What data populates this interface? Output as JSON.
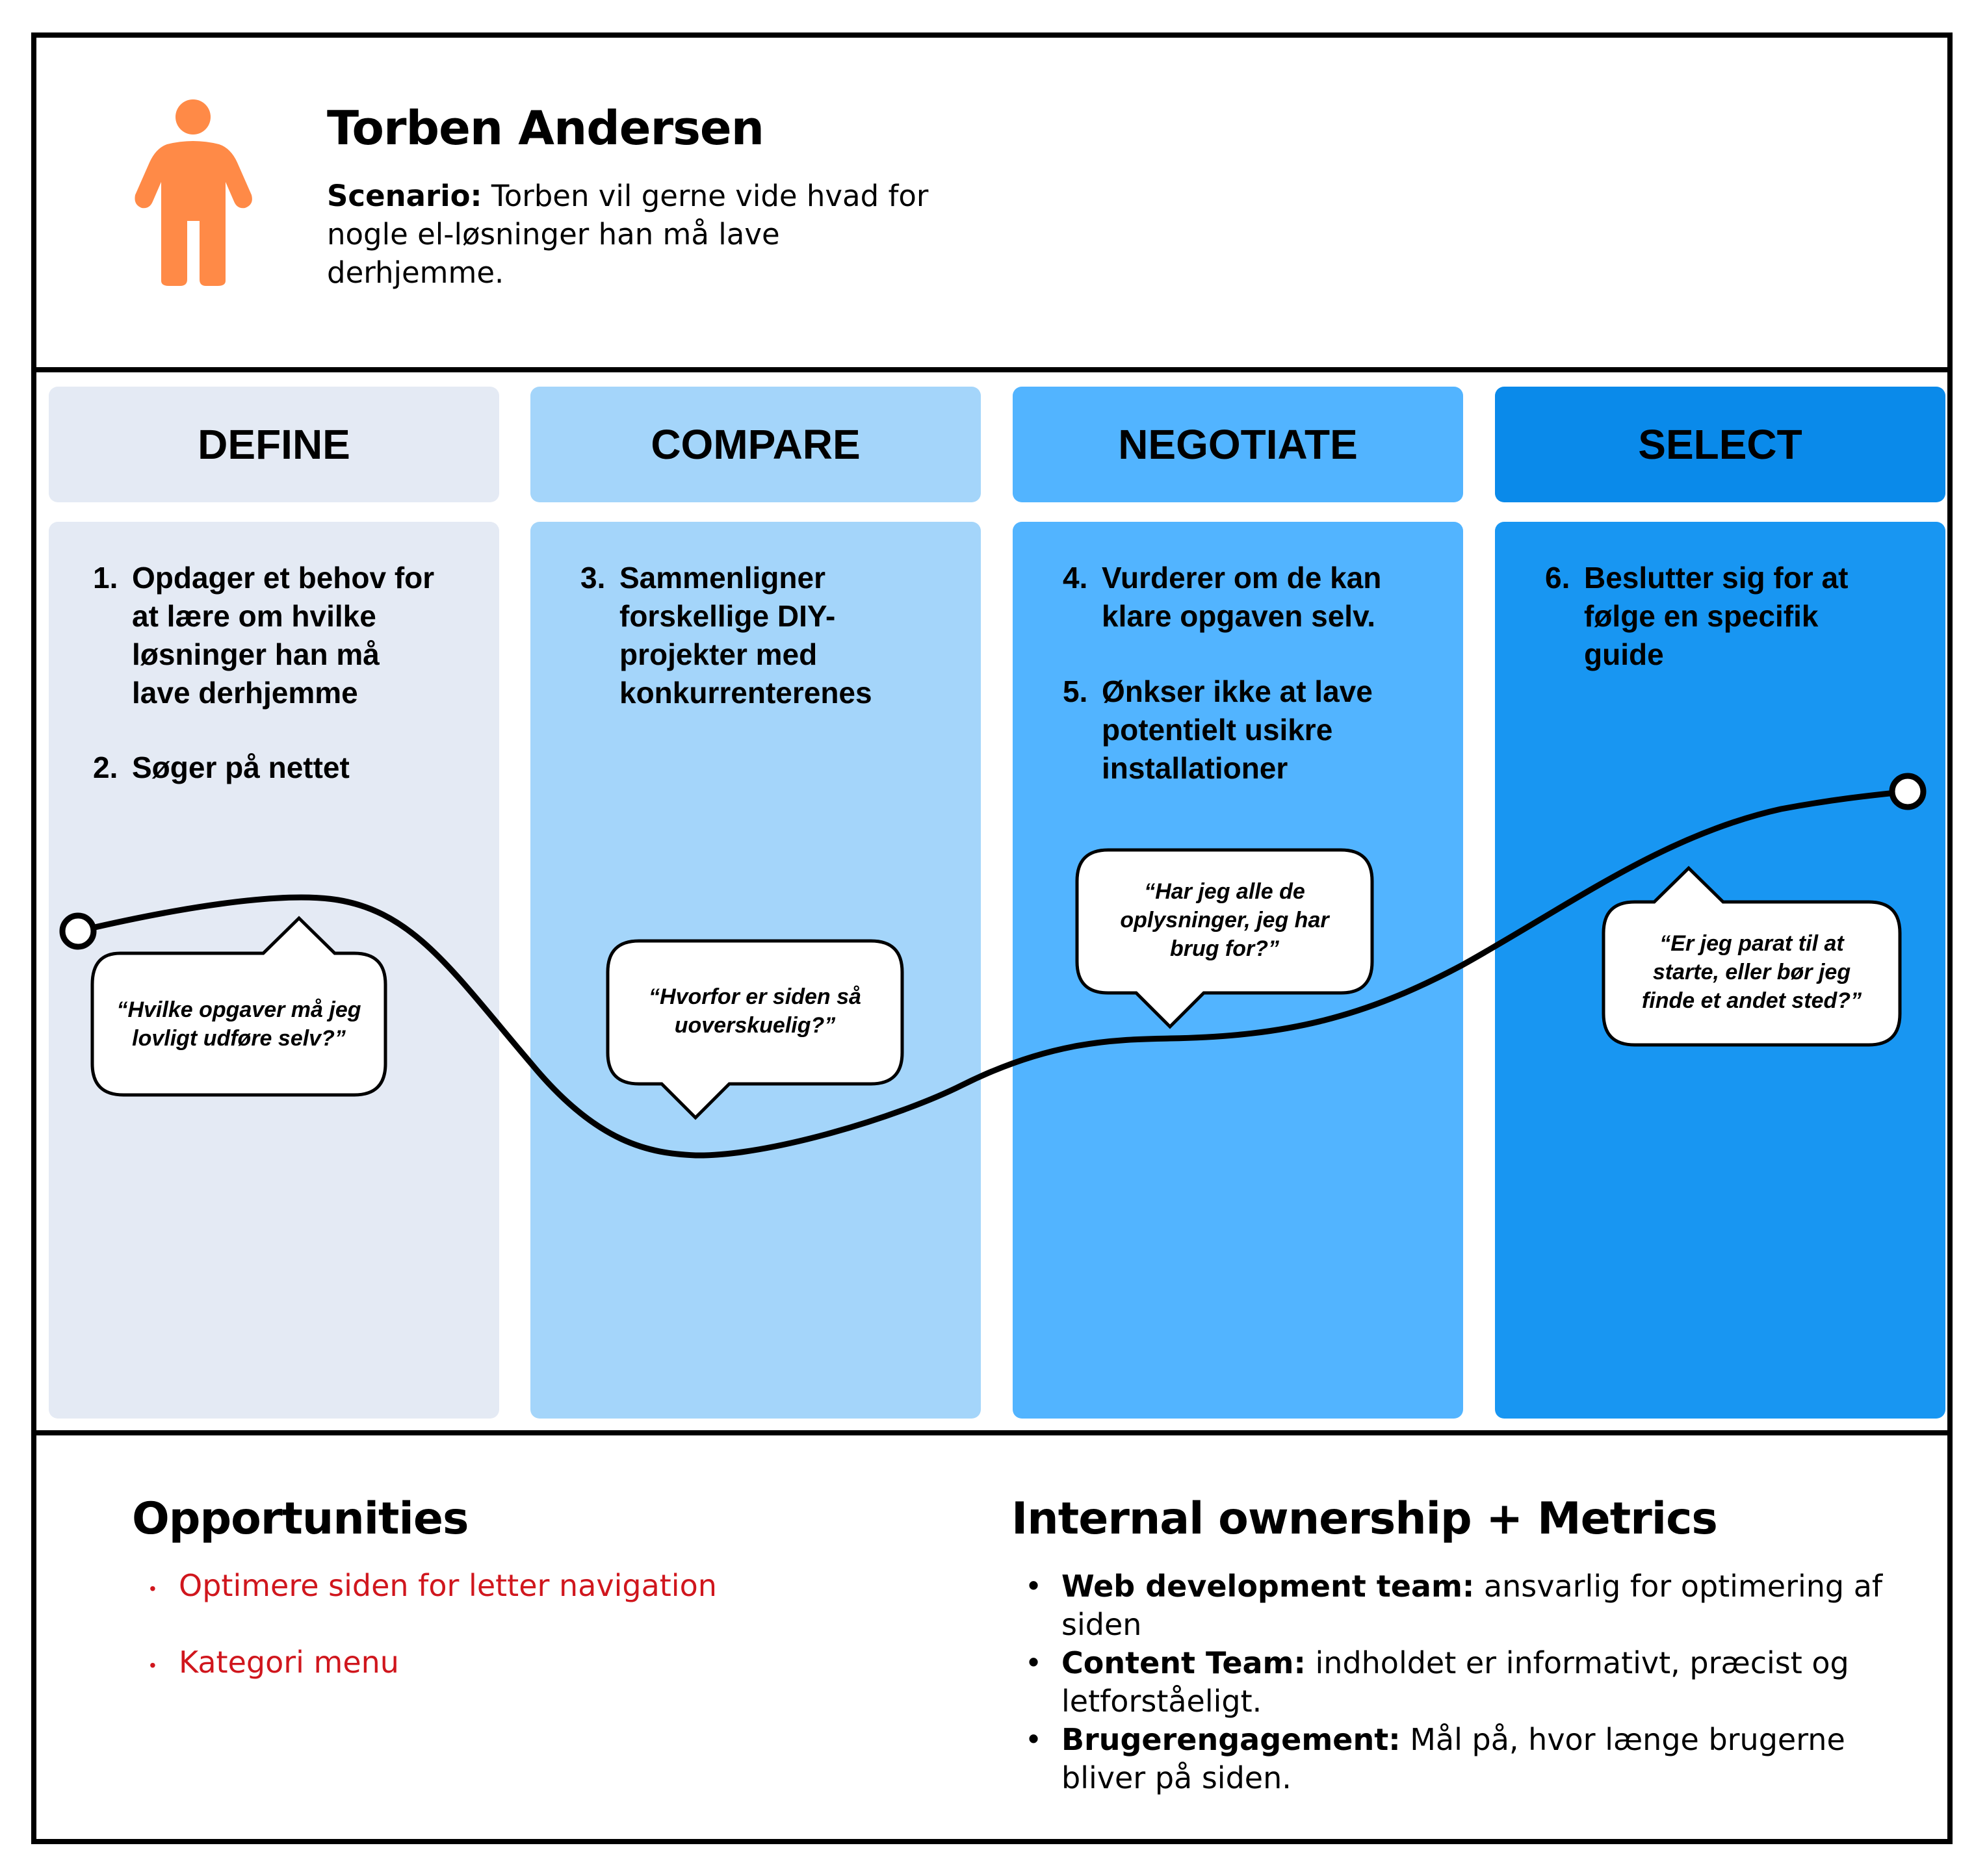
{
  "persona": {
    "icon": "person-icon",
    "icon_color": "#FF8A47",
    "name": "Torben Andersen",
    "scenario_label": "Scenario:",
    "scenario_line1": " Torben vil gerne vide hvad for",
    "scenario_line2": "nogle el-løsninger han må lave",
    "scenario_line3": "derhjemme."
  },
  "stages": [
    {
      "label": "DEFINE",
      "head_color": "#E4EAF4",
      "body_color": "#E4EAF4",
      "steps": [
        {
          "num": "1.",
          "lines": [
            "Opdager et behov for",
            "at lære om hvilke",
            "løsninger han må",
            "lave derhjemme"
          ]
        },
        {
          "num": "2.",
          "lines": [
            "Søger på nettet"
          ]
        }
      ]
    },
    {
      "label": "COMPARE",
      "head_color": "#A4D5FA",
      "body_color": "#A4D5FA",
      "steps": [
        {
          "num": "3.",
          "lines": [
            "Sammenligner",
            "forskellige DIY-",
            "projekter med",
            "konkurrenterenes"
          ]
        }
      ]
    },
    {
      "label": "NEGOTIATE",
      "head_color": "#52B4FF",
      "body_color": "#52B4FF",
      "steps": [
        {
          "num": "4.",
          "lines": [
            "Vurderer om de kan",
            "klare opgaven selv."
          ]
        },
        {
          "num": "5.",
          "lines": [
            "Ønkser ikke at lave",
            "potentielt usikre",
            "installationer"
          ]
        }
      ]
    },
    {
      "label": "SELECT",
      "head_color": "#0A8AEA",
      "body_color": "#1896F2",
      "steps": [
        {
          "num": "6.",
          "lines": [
            "Beslutter sig for at",
            "følge en specifik",
            "guide"
          ]
        }
      ]
    }
  ],
  "quotes": [
    {
      "lines": [
        "“Hvilke opgaver må jeg",
        "lovligt udføre selv?”"
      ]
    },
    {
      "lines": [
        "“Hvorfor er siden så",
        "uoverskuelig?”"
      ]
    },
    {
      "lines": [
        "“Har jeg alle de",
        "oplysninger, jeg har",
        "brug for?”"
      ]
    },
    {
      "lines": [
        "“Er jeg parat til at",
        "starte, eller bør jeg",
        "finde et andet sted?”"
      ]
    }
  ],
  "opportunities": {
    "title": "Opportunities",
    "items": [
      "Optimere siden for letter navigation",
      "Kategori menu"
    ]
  },
  "metrics": {
    "title": "Internal ownership + Metrics",
    "items": [
      {
        "bold": "Web development team:",
        "line1": " ansvarlig for optimering af",
        "line2": "siden"
      },
      {
        "bold": "Content Team:",
        "line1": " indholdet er informativt, præcist og",
        "line2": "letforståeligt."
      },
      {
        "bold": "Brugerengagement:",
        "line1": " Mål på, hvor længe brugerne",
        "line2": "bliver på siden."
      }
    ]
  }
}
